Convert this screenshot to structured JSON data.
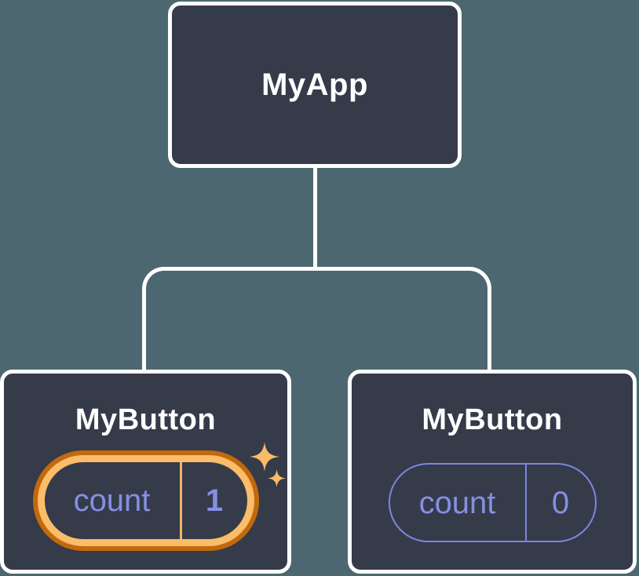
{
  "colors": {
    "background": "#4D6771",
    "node-fill": "#353B49",
    "line": "#FFFFFF",
    "title-text": "#FFFFFF",
    "purple-text": "#868FE3",
    "purple-border": "#7D86E0",
    "orange-dark": "#C2690E",
    "orange-light": "#FBBD69",
    "orange-divider": "#F5B45F",
    "sparkle": "#F8BC66"
  },
  "tree": {
    "root": {
      "label": "MyApp"
    },
    "children": [
      {
        "label": "MyButton",
        "state": {
          "name": "count",
          "value": "1"
        },
        "highlighted": true
      },
      {
        "label": "MyButton",
        "state": {
          "name": "count",
          "value": "0"
        },
        "highlighted": false
      }
    ]
  }
}
